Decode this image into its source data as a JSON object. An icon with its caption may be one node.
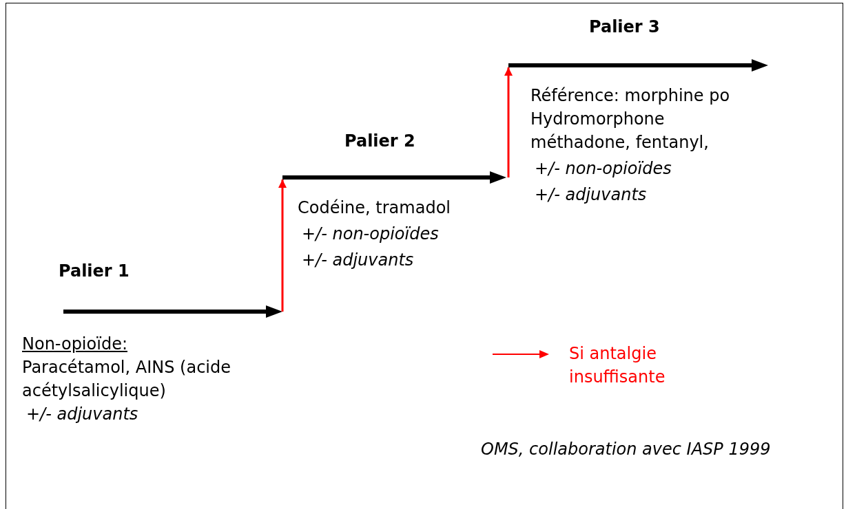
{
  "diagram": {
    "nodes": [
      {
        "text": [
          "Palier 1",
          "Non-opioïde:",
          "Paracétamol, AINS (acide acétylsalicylique)",
          "+/- adjuvants"
        ]
      },
      {
        "text": [
          "Palier 2",
          "Codéine, tramadol",
          "+/- non-opioïdes",
          "+/- adjuvants"
        ]
      },
      {
        "text": [
          "Palier 3",
          "Référence: morphine po Hydromorphone méthadone, fentanyl,",
          "+/- non-opioïdes",
          "+/- adjuvants"
        ]
      }
    ],
    "edges": [
      {
        "from": 0,
        "to": 1,
        "arrow": "to",
        "color": "#ff0000"
      },
      {
        "from": 1,
        "to": 2,
        "arrow": "to",
        "color": "#ff0000"
      }
    ],
    "labels": [
      "OMS, collaboration avec IASP 1999"
    ],
    "legend": [
      {
        "text": "Si antalgie insuffisante"
      }
    ]
  }
}
